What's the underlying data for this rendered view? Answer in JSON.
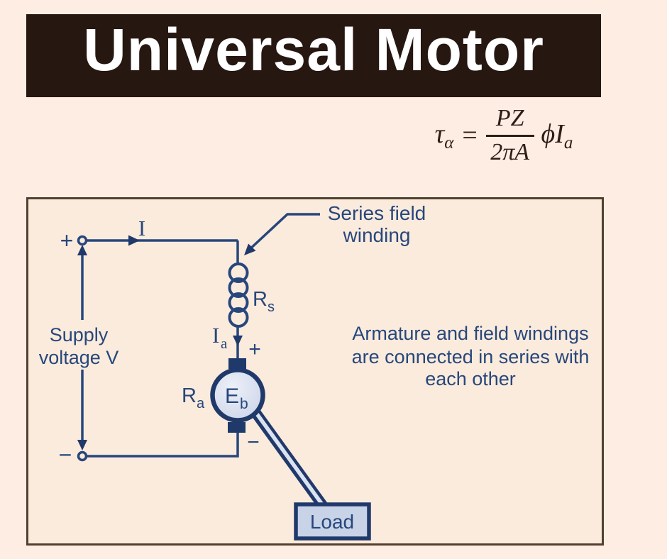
{
  "colors": {
    "page_bg": "#fdede3",
    "banner_bg": "#271711",
    "banner_text": "#ffffff",
    "formula_ink": "#2e1e15",
    "circuit_navy": "#27477c",
    "circuit_fill_dark": "#20396b",
    "armature_fill": "#dbe2f0",
    "load_fill": "#c9d3e7",
    "diagram_border": "#52402f"
  },
  "header": {
    "title": "Universal Motor"
  },
  "formula": {
    "tau": "τ",
    "tau_sub": "α",
    "eq": "=",
    "num": "PZ",
    "den": "2πA",
    "phi": "ϕI",
    "phi_sub": "a"
  },
  "circuit": {
    "plus_top": "+",
    "current": "I",
    "supply_line1": "Supply",
    "supply_line2": "voltage V",
    "minus_bottom": "−",
    "series_r": "R",
    "series_r_sub": "s",
    "armature_current": "I",
    "armature_current_sub": "a",
    "armature_plus": "+",
    "armature_r": "R",
    "armature_r_sub": "a",
    "back_emf": "E",
    "back_emf_sub": "b",
    "armature_minus": "−",
    "load": "Load",
    "callout_line1": "Series field",
    "callout_line2": "winding",
    "note_line1": "Armature and field windings",
    "note_line2": "are connected in series with",
    "note_line3": "each other"
  }
}
